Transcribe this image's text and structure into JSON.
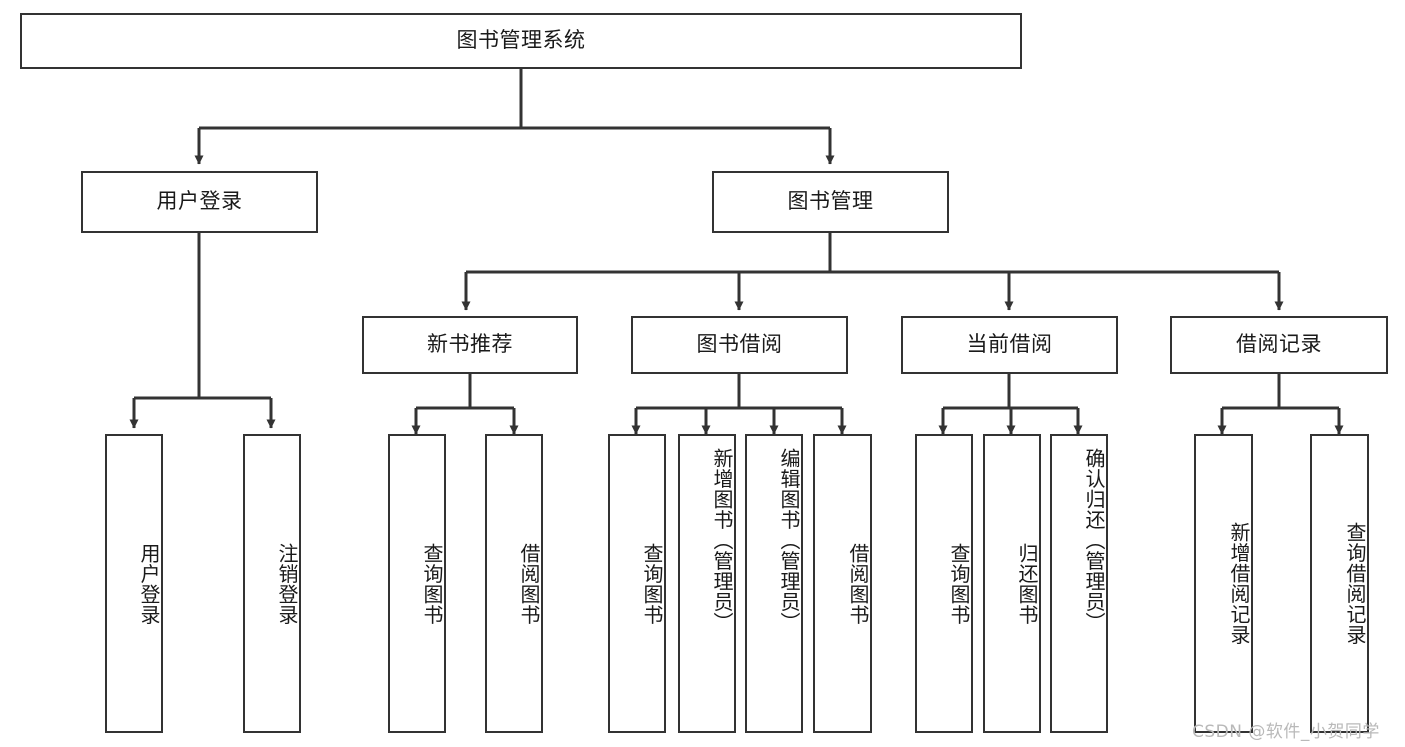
{
  "diagram": {
    "title": "图书管理系统",
    "watermark": "CSDN @软件_小贺同学",
    "line_color": "#333333",
    "box_fill": "#ffffff",
    "text_color": "#1a1a1a",
    "levels": {
      "root": {
        "label": "图书管理系统"
      },
      "level2": [
        {
          "key": "user_login",
          "label": "用户登录"
        },
        {
          "key": "book_manage",
          "label": "图书管理"
        }
      ],
      "level3": [
        {
          "key": "new_book_rec",
          "label": "新书推荐"
        },
        {
          "key": "book_borrow",
          "label": "图书借阅"
        },
        {
          "key": "current_borrow",
          "label": "当前借阅"
        },
        {
          "key": "borrow_record",
          "label": "借阅记录"
        }
      ],
      "leaves": {
        "user_login": [
          {
            "key": "leaf-user-login",
            "label": "用户登录"
          },
          {
            "key": "leaf-logout-login",
            "label": "注销登录"
          }
        ],
        "new_book_rec": [
          {
            "key": "leaf-query-books-1",
            "label": "查询图书"
          },
          {
            "key": "leaf-borrow-books-1",
            "label": "借阅图书"
          }
        ],
        "book_borrow": [
          {
            "key": "leaf-query-books-2",
            "label": "查询图书"
          },
          {
            "key": "leaf-add-book-admin",
            "label": "新增图书（管理员）"
          },
          {
            "key": "leaf-edit-book-admin",
            "label": "编辑图书（管理员）"
          },
          {
            "key": "leaf-borrow-books-2",
            "label": "借阅图书"
          }
        ],
        "current_borrow": [
          {
            "key": "leaf-query-books-3",
            "label": "查询图书"
          },
          {
            "key": "leaf-return-books",
            "label": "归还图书"
          },
          {
            "key": "leaf-confirm-return-admin",
            "label": "确认归还（管理员）"
          }
        ],
        "borrow_record": [
          {
            "key": "leaf-add-borrow-record",
            "label": "新增借阅记录"
          },
          {
            "key": "leaf-query-borrow-record",
            "label": "查询借阅记录"
          }
        ]
      }
    }
  }
}
